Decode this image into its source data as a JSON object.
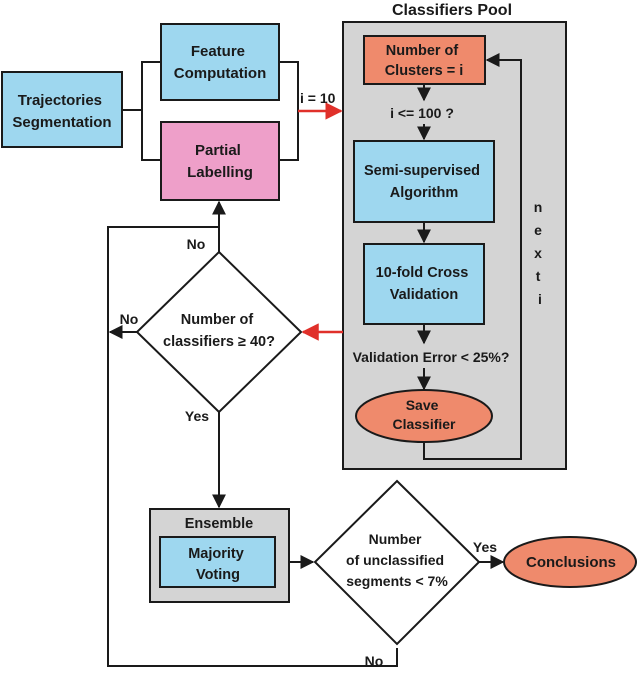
{
  "pool": {
    "title": "Classifiers Pool",
    "next_label": [
      "n",
      "e",
      "x",
      "t",
      "i"
    ]
  },
  "nodes": {
    "trajectories": [
      "Trajectories",
      "Segmentation"
    ],
    "feature": [
      "Feature",
      "Computation"
    ],
    "partial": [
      "Partial",
      "Labelling"
    ],
    "clusters": [
      "Number of",
      "Clusters = i"
    ],
    "semi": [
      "Semi-supervised",
      "Algorithm"
    ],
    "crossval": [
      "10-fold Cross",
      "Validation"
    ],
    "save": [
      "Save",
      "Classifier"
    ],
    "num_classifiers": [
      "Number of",
      "classifiers ≥ 40?"
    ],
    "ensemble_title": "Ensemble",
    "majority": [
      "Majority",
      "Voting"
    ],
    "unclassified": [
      "Number",
      "of unclassified",
      "segments < 7%"
    ],
    "conclusions": "Conclusions"
  },
  "labels": {
    "i_eq": "i = 10",
    "i_le": "i <= 100 ?",
    "val_err": "Validation Error < 25%?",
    "no_top": "No",
    "no_left": "No",
    "yes_down": "Yes",
    "yes_right": "Yes",
    "no_bottom": "No"
  },
  "colors": {
    "blue": "#9ed7ef",
    "pink": "#ee9fc9",
    "orange": "#ef8a6c",
    "gray": "#d4d4d4",
    "red_arrow": "#e0302a",
    "stroke": "#1a1a1a"
  }
}
